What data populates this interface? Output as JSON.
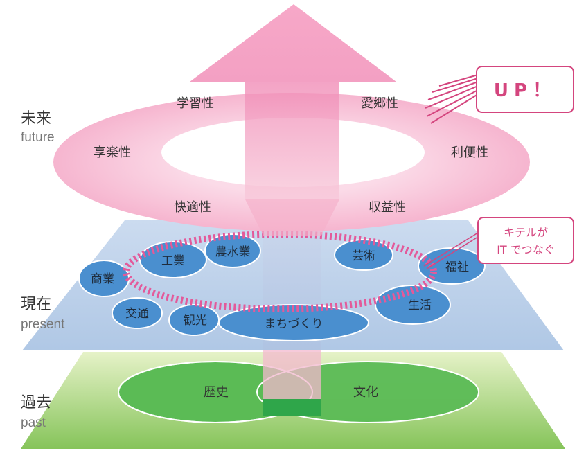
{
  "side_labels": {
    "future": {
      "jp": "未来",
      "en": "future"
    },
    "present": {
      "jp": "現在",
      "en": "present"
    },
    "past": {
      "jp": "過去",
      "en": "past"
    }
  },
  "future_ring": [
    "学習性",
    "愛郷性",
    "享楽性",
    "利便性",
    "快適性",
    "収益性"
  ],
  "present_nodes": [
    "工業",
    "農水業",
    "芸術",
    "商業",
    "福祉",
    "交通",
    "観光",
    "生活"
  ],
  "center_node": "まちづくり",
  "past_circles": [
    "歴史",
    "文化"
  ],
  "callouts": {
    "up": "UP！",
    "it_line1": "キテルが",
    "it_line2": "IT でつなぐ"
  },
  "colors": {
    "pink": "#f08ab5",
    "blue_node": "#4a8fcf",
    "green": "#5cba55",
    "accent": "#d4457e"
  }
}
